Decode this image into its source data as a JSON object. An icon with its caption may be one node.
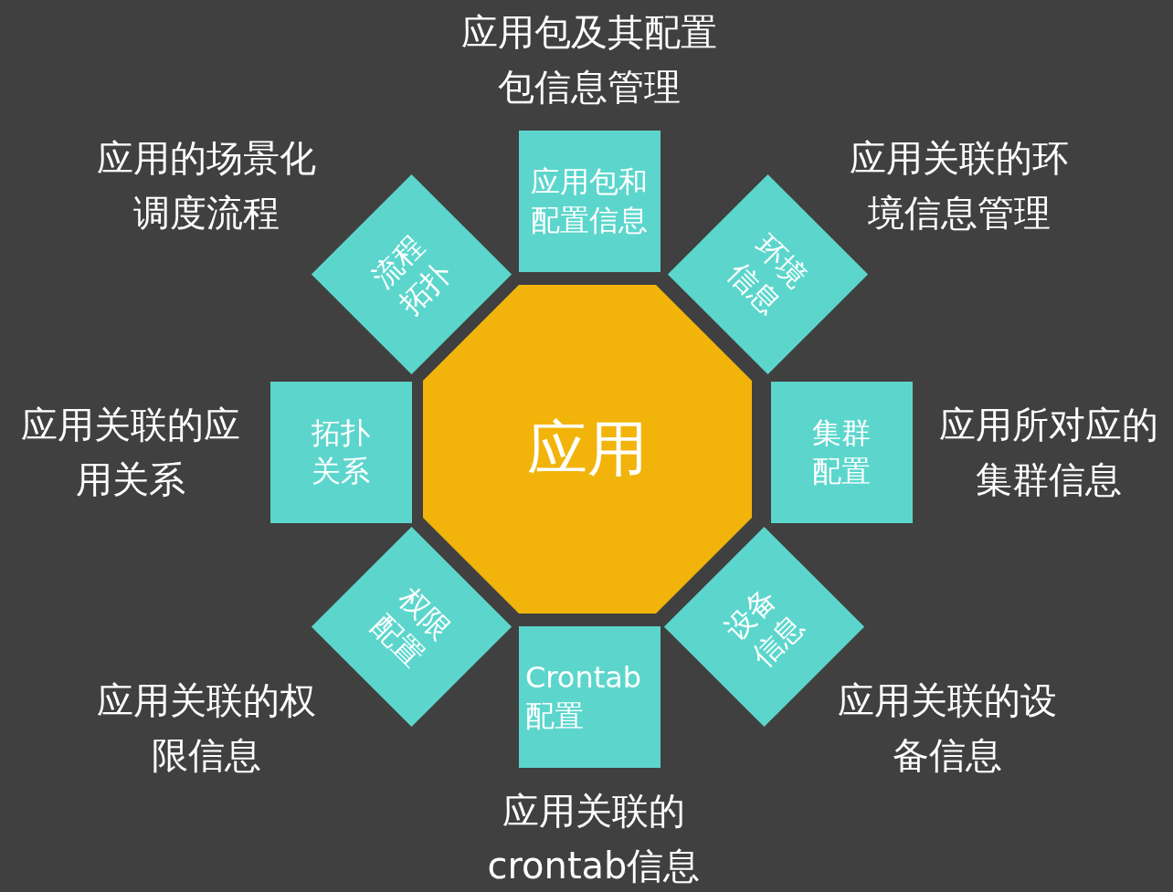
{
  "diagram": {
    "nodes": [
      {
        "text": [
          "应用"
        ]
      },
      {
        "text": [
          "应用包和配置信息"
        ],
        "beside": [
          "应用包及其配置包信息管理"
        ]
      },
      {
        "text": [
          "环境信息"
        ],
        "beside": [
          "应用关联的环境信息管理"
        ]
      },
      {
        "text": [
          "集群配置"
        ],
        "beside": [
          "应用所对应的集群信息"
        ]
      },
      {
        "text": [
          "设备信息"
        ],
        "beside": [
          "应用关联的设备信息"
        ]
      },
      {
        "text": [
          "Crontab配置"
        ],
        "beside": [
          "应用关联的crontab信息"
        ]
      },
      {
        "text": [
          "权限配置"
        ],
        "beside": [
          "应用关联的权限信息"
        ]
      },
      {
        "text": [
          "拓扑关系"
        ],
        "beside": [
          "应用关联的应用关系"
        ]
      },
      {
        "text": [
          "流程拓扑"
        ],
        "beside": [
          "应用的场景化调度流程"
        ]
      }
    ],
    "edges": []
  }
}
